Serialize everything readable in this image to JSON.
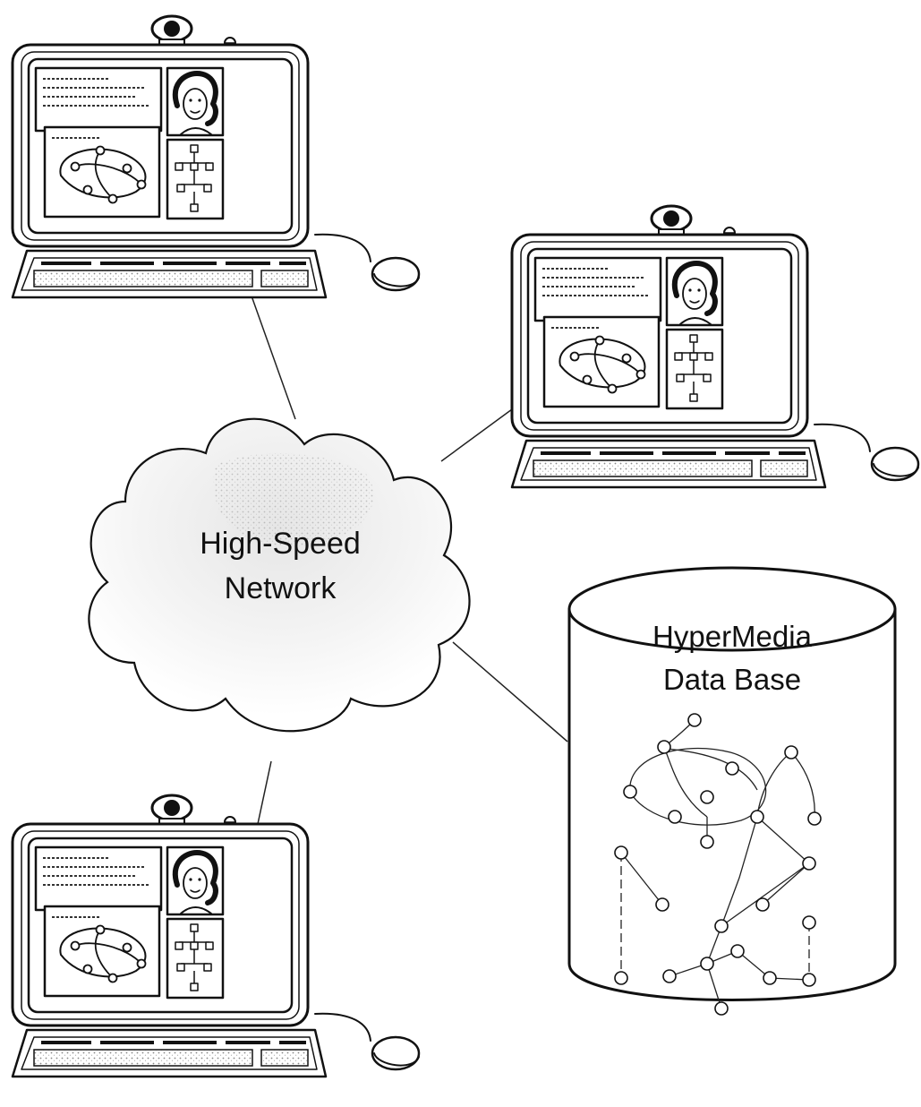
{
  "figure": {
    "network": {
      "label_line1": "High-Speed",
      "label_line2": "Network"
    },
    "database": {
      "label_line1": "HyperMedia",
      "label_line2": "Data Base"
    },
    "workstations": [
      {
        "id": "top-left",
        "screen_note": ""
      },
      {
        "id": "right",
        "screen_note": ""
      },
      {
        "id": "bottom-left",
        "screen_note": ""
      }
    ]
  }
}
